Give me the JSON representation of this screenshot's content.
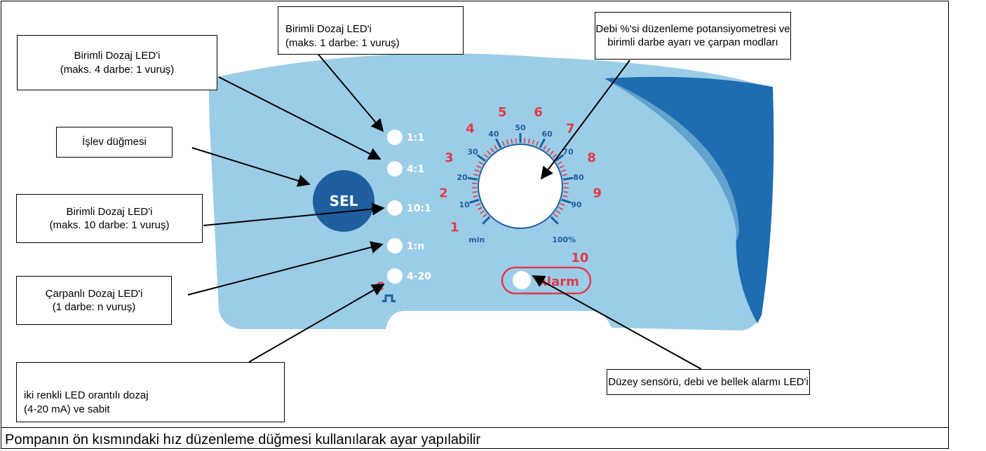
{
  "callouts": {
    "led_4_1": {
      "line1": "Birimli Dozaj LED'i",
      "line2": "(maks. 4 darbe: 1 vuruş)"
    },
    "led_1_1": {
      "line1": "Birimli Dozaj LED'i",
      "line2": "(maks. 1 darbe: 1 vuruş)"
    },
    "potentiometer": {
      "line1": "Debi %'si düzenleme potansiyometresi ve",
      "line2": "birimli darbe ayarı ve çarpan modları"
    },
    "function_button": {
      "line1": "İşlev düğmesi"
    },
    "led_10_1": {
      "line1": "Birimli Dozaj LED'i",
      "line2": "(maks. 10 darbe: 1 vuruş)"
    },
    "led_1_n": {
      "line1": "Çarpanlı Dozaj LED'i",
      "line2": "(1 darbe: n vuruş)"
    },
    "led_4_20": {
      "line1": "iki renkli LED orantılı dozaj",
      "line2": "(4-20 mA) ve sabit"
    },
    "alarm_led": {
      "line1": "Düzey sensörü, debi ve bellek alarmı LED'i"
    }
  },
  "panel": {
    "sel_label": "SEL",
    "leds": [
      "1:1",
      "4:1",
      "10:1",
      "1:n",
      "4-20"
    ],
    "mode_c": "C",
    "alarm_label": "Alarm",
    "dial_red_numbers": [
      "1",
      "2",
      "3",
      "4",
      "5",
      "6",
      "7",
      "8",
      "9",
      "10"
    ],
    "dial_blue_labels": [
      "min",
      "10",
      "20",
      "30",
      "40",
      "50",
      "60",
      "70",
      "80",
      "90",
      "100%"
    ]
  },
  "caption": "Pompanın ön kısmındaki hız düzenleme düğmesi kullanılarak ayar yapılabilir",
  "colors": {
    "panel_light": "#9ccde8",
    "panel_dark": "#1d6db0",
    "sel_button": "#1f5f9f",
    "accent_red": "#e03a48",
    "tick_blue": "#1f5f9f"
  }
}
